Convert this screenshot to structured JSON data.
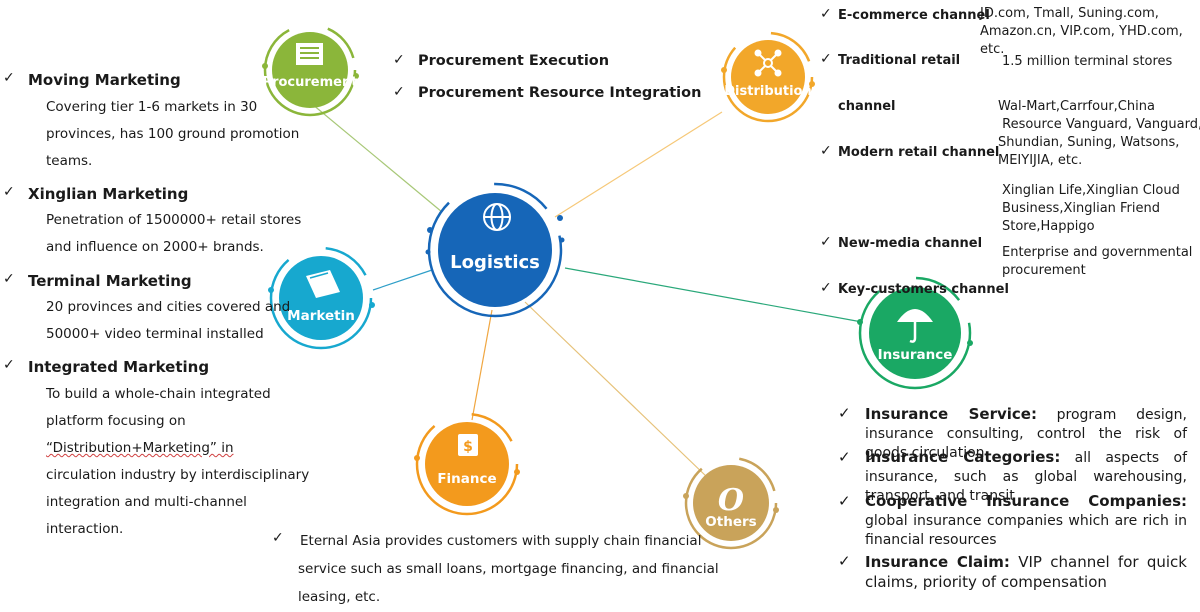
{
  "center": {
    "label": "Logistics",
    "icon": "globe-icon",
    "color": "#1666b8"
  },
  "nodes": {
    "procurement": {
      "label": "Procurement",
      "icon": "document-icon",
      "color": "#8bb63a"
    },
    "distribution": {
      "label": "Distribution",
      "icon": "network-icon",
      "color": "#f2a72a"
    },
    "marketing": {
      "label": "Marketin",
      "icon": "book-icon",
      "color": "#17a8cf"
    },
    "insurance": {
      "label": "Insurance",
      "icon": "umbrella-icon",
      "color": "#1aa864"
    },
    "finance": {
      "label": "Finance",
      "icon": "money-bag-icon",
      "color": "#f39a1d"
    },
    "others": {
      "label": "Others",
      "icon": "letter-o-icon",
      "color": "#c9a35a"
    }
  },
  "procurement_items": [
    "Procurement Execution",
    "Procurement Resource Integration"
  ],
  "marketing_items": [
    {
      "title": "Moving Marketing",
      "lines": [
        "Covering tier 1-6 markets in 30",
        "provinces, has 100 ground promotion",
        "teams."
      ]
    },
    {
      "title": "Xinglian Marketing",
      "lines": [
        "Penetration of 1500000+ retail stores",
        "and influence on 2000+ brands."
      ]
    },
    {
      "title": "Terminal Marketing",
      "lines": [
        "20 provinces and cities covered and",
        "50000+ video terminal installed"
      ]
    },
    {
      "title": "Integrated Marketing",
      "lines": [
        "To build a whole-chain integrated",
        "platform focusing on",
        "“Distribution+Marketing” in",
        "circulation industry by interdisciplinary",
        "integration and multi-channel",
        "interaction."
      ]
    }
  ],
  "distribution": {
    "labels": {
      "ecommerce": "E-commerce channel",
      "traditional": "Traditional retail",
      "channel": "channel",
      "modern": "Modern retail channel",
      "newmedia": "New-media channel",
      "key": "Key-customers channel"
    },
    "details": {
      "ecommerce_1": "JD.com, Tmall, Suning.com,",
      "ecommerce_2": "Amazon.cn, VIP.com, YHD.com, etc.",
      "traditional": "1.5 million terminal stores",
      "modern_1": "Wal-Mart,Carrfour,China",
      "modern_2": " Resource Vanguard, Vanguard,",
      "modern_3": "Shundian, Suning, Watsons,",
      "modern_4": "MEIYIJIA, etc.",
      "newmedia_1": "Xinglian Life,Xinglian Cloud",
      "newmedia_2": "Business,Xinglian Friend",
      "newmedia_3": "Store,Happigo",
      "key_1": "Enterprise and governmental",
      "key_2": "procurement"
    }
  },
  "insurance_items": [
    {
      "title": "Insurance Service:",
      "text": " program design, insurance consulting, control the risk of goods circulation"
    },
    {
      "title": "Insurance Categories:",
      "text": " all aspects of insurance, such as global warehousing, transport, and transit"
    },
    {
      "title": "Cooperative Insurance Companies:",
      "text": " global insurance companies which are rich in financial resources"
    },
    {
      "title": "Insurance Claim:",
      "text": " VIP channel for quick claims, priority of compensation"
    }
  ],
  "finance_text": [
    "Eternal Asia provides customers with supply chain financial",
    "service such as small loans, mortgage financing, and financial",
    "leasing, etc."
  ],
  "checkmark": "✓"
}
